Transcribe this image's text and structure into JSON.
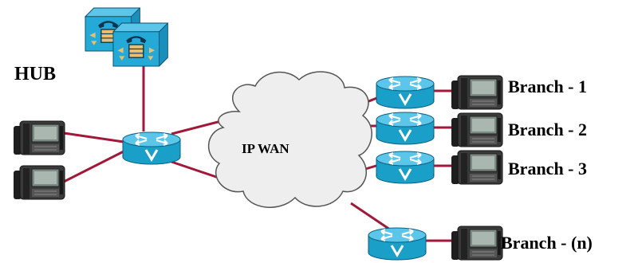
{
  "hub_label": "HUB",
  "wan_label": "IP WAN",
  "branches": [
    {
      "label": "Branch - 1"
    },
    {
      "label": "Branch - 2"
    },
    {
      "label": "Branch - 3"
    },
    {
      "label": "Branch - (n)"
    }
  ],
  "colors": {
    "link": "#a0183a",
    "router_body": "#1a9fc9",
    "router_top": "#5cc6ea",
    "call_manager": "#25a9d6",
    "cloud_fill": "#eeeeee",
    "cloud_stroke": "#555555"
  },
  "icons": {
    "call_manager": "call-manager-icon",
    "router": "router-icon",
    "ip_phone": "ip-phone-icon",
    "cloud": "cloud-icon"
  }
}
